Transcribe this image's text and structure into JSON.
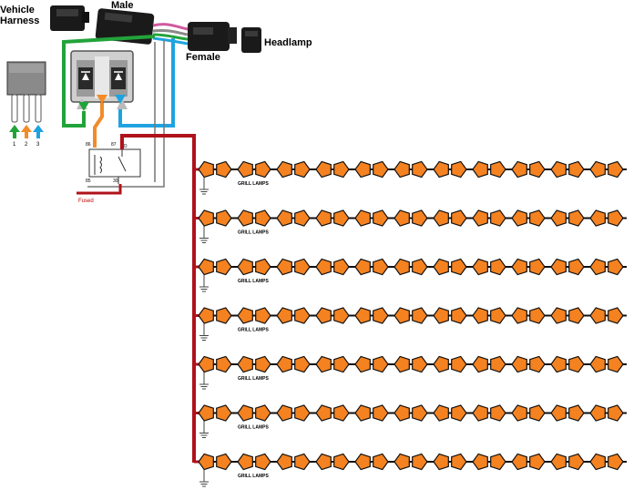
{
  "labels": {
    "vehicle_harness_line1": "Vehicle",
    "vehicle_harness_line2": "Harness",
    "male": "Male",
    "female": "Female",
    "headlamp": "Headlamp",
    "fused": "Fused"
  },
  "relay_pins": {
    "pin86_top": "86",
    "pin87": "87",
    "no": "NO",
    "pin85": "85",
    "pin30": "30"
  },
  "pin_numbers": [
    "1",
    "2",
    "3"
  ],
  "lamp_rows": [
    {
      "label": "GRILL LAMPS",
      "lamp_count": 11
    },
    {
      "label": "GRILL LAMPS",
      "lamp_count": 11
    },
    {
      "label": "GRILL LAMPS",
      "lamp_count": 11
    },
    {
      "label": "GRILL LAMPS",
      "lamp_count": 11
    },
    {
      "label": "GRILL LAMPS",
      "lamp_count": 11
    },
    {
      "label": "GRILL LAMPS",
      "lamp_count": 11
    },
    {
      "label": "GRILL LAMPS",
      "lamp_count": 11
    }
  ],
  "colors": {
    "feed_wire": "#b0121b",
    "lamp_fill": "#f58220",
    "wire_green": "#22a33a",
    "wire_orange": "#f28c28",
    "wire_blue": "#1fa3e0",
    "wire_pink": "#d05aa0",
    "connector": "#1a1a1a"
  }
}
